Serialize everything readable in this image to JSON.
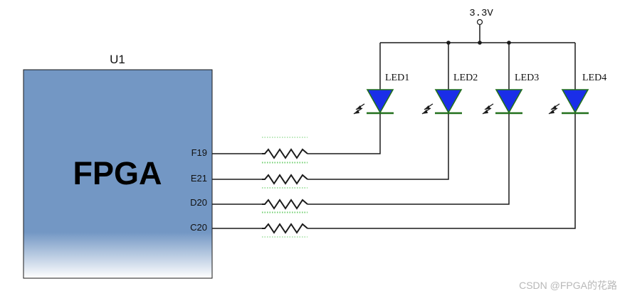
{
  "chip": {
    "ref": "U1",
    "name": "FPGA",
    "fill_top": "#7397c4",
    "fill_bottom": "#ffffff"
  },
  "supply": {
    "label": "3.3V"
  },
  "pins": [
    "F19",
    "E21",
    "D20",
    "C20"
  ],
  "leds": [
    "LED1",
    "LED2",
    "LED3",
    "LED4"
  ],
  "colors": {
    "wire": "#1a1a1a",
    "led_body": "#1a2ee8",
    "led_edge": "#22701c",
    "hatch": "#3cc03c"
  },
  "watermark": "CSDN @FPGA的花路"
}
